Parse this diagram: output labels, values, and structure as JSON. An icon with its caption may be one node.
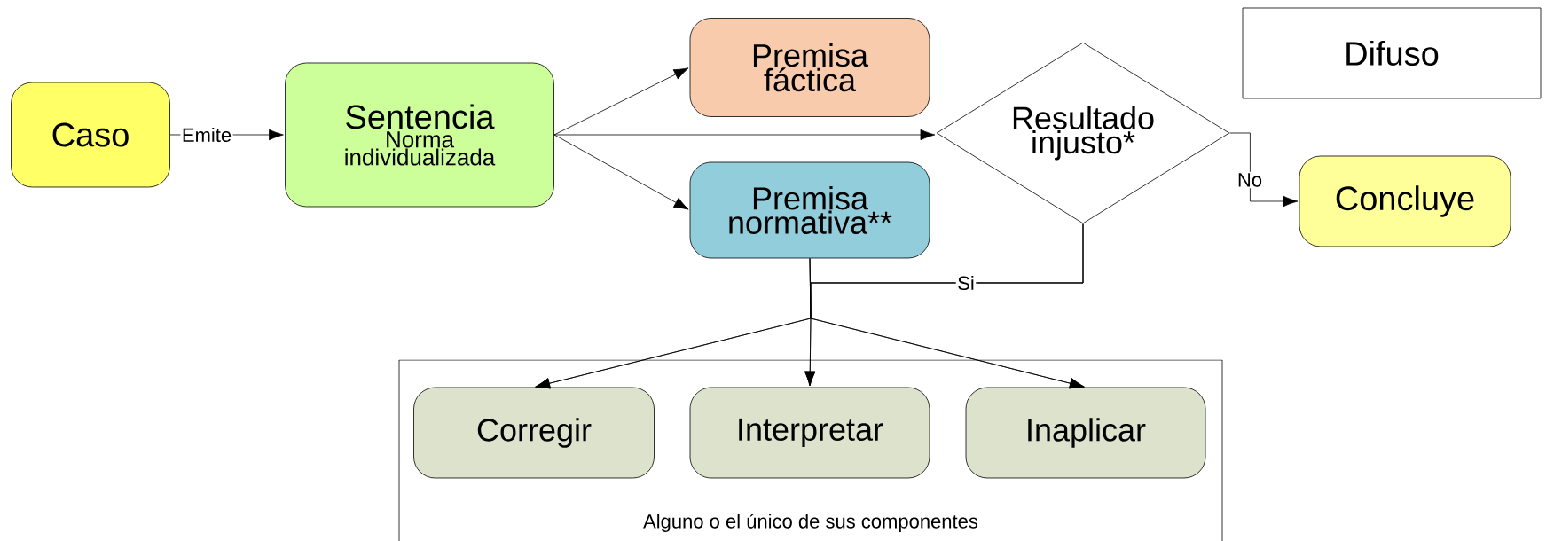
{
  "diagram": {
    "nodes": [
      {
        "text": [
          "Caso"
        ]
      },
      {
        "text": [
          "Sentencia",
          "Norma individualizada"
        ]
      },
      {
        "text": [
          "Premisa fáctica"
        ]
      },
      {
        "text": [
          "Premisa normativa**"
        ]
      },
      {
        "text": [
          "Resultado injusto*"
        ]
      },
      {
        "text": [
          "Difuso"
        ]
      },
      {
        "text": [
          "Concluye"
        ]
      },
      {
        "text": [
          "Alguno o el único de sus componentes"
        ]
      },
      {
        "text": [
          "Corregir"
        ],
        "in": 7
      },
      {
        "text": [
          "Interpretar"
        ],
        "in": 7
      },
      {
        "text": [
          "Inaplicar"
        ],
        "in": 7
      }
    ],
    "edges": [
      {
        "from": 0,
        "to": 1,
        "arrow": "to",
        "label": "Emite"
      },
      {
        "from": 1,
        "to": 2,
        "arrow": "to"
      },
      {
        "from": 1,
        "to": 4,
        "arrow": "to"
      },
      {
        "from": 1,
        "to": 3,
        "arrow": "to"
      },
      {
        "from": 4,
        "to": 6,
        "arrow": "to",
        "label": "No"
      },
      {
        "from": 3,
        "to": 8,
        "arrow": "to"
      },
      {
        "from": 3,
        "to": 9,
        "arrow": "to"
      },
      {
        "from": 3,
        "to": 10,
        "arrow": "to"
      },
      {
        "from": 4,
        "to": 8,
        "arrow": "to"
      },
      {
        "from": 4,
        "to": 9,
        "arrow": "to",
        "label": "Si"
      },
      {
        "from": 4,
        "to": 10,
        "arrow": "to"
      }
    ]
  }
}
